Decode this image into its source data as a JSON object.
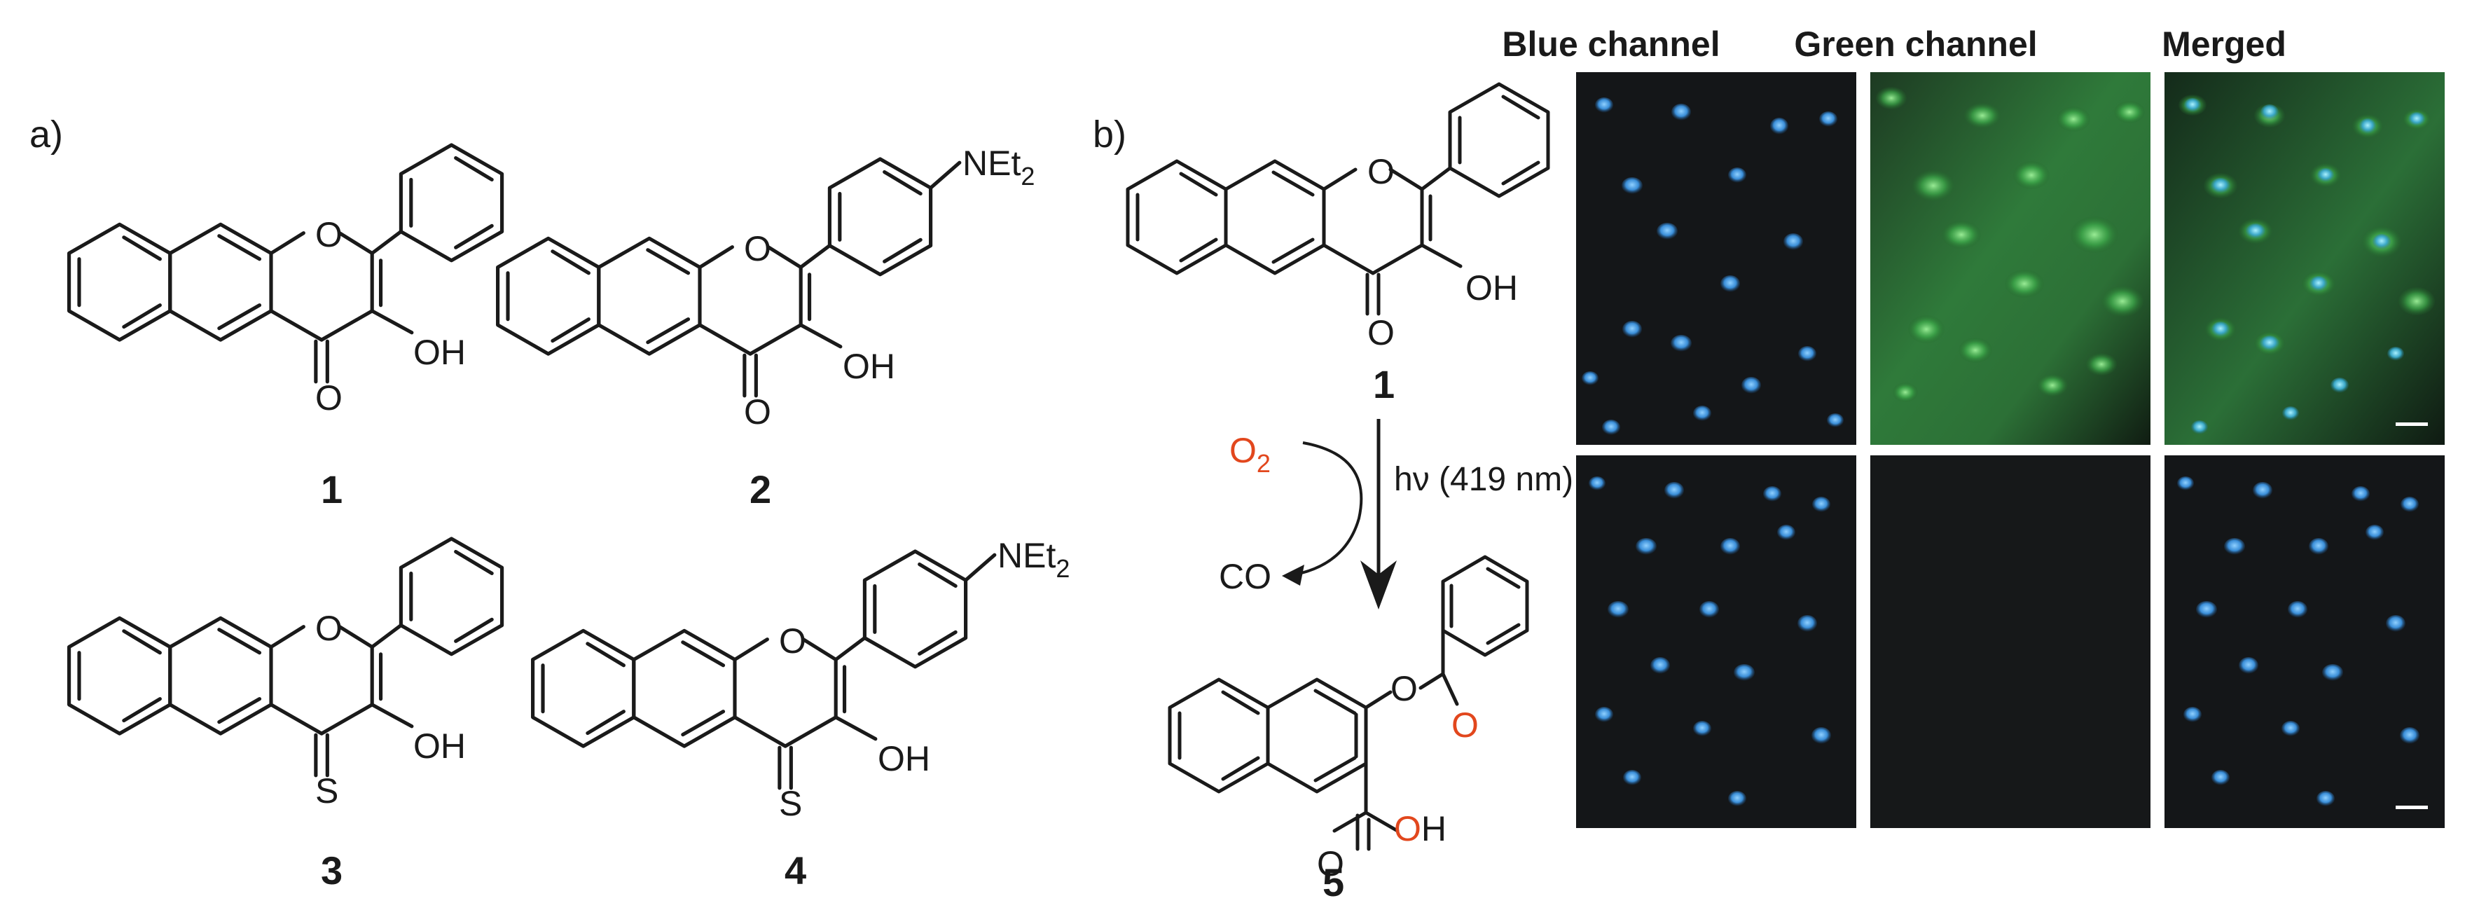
{
  "panels": {
    "a": {
      "label": "a)",
      "compounds": [
        {
          "number": "1",
          "hydroxyl": "OH",
          "carbonyl_atom": "O",
          "ring_oxygen": "O"
        },
        {
          "number": "2",
          "hydroxyl": "OH",
          "carbonyl_atom": "O",
          "ring_oxygen": "O",
          "amine_base": "NEt",
          "amine_sub": "2"
        },
        {
          "number": "3",
          "hydroxyl": "OH",
          "carbonyl_atom": "S",
          "ring_oxygen": "O"
        },
        {
          "number": "4",
          "hydroxyl": "OH",
          "carbonyl_atom": "S",
          "ring_oxygen": "O",
          "amine_base": "NEt",
          "amine_sub": "2"
        }
      ]
    },
    "b": {
      "label": "b)",
      "reactant": {
        "number": "1",
        "hydroxyl": "OH",
        "carbonyl_atom": "O",
        "ring_oxygen": "O"
      },
      "reagent_base": "O",
      "reagent_sub": "2",
      "condition": "hν (419 nm)",
      "byproduct": "CO",
      "product": {
        "number": "5",
        "ester_o": "O",
        "ester_carbonyl": "O",
        "acid_carbonyl": "O",
        "acid_oh_o": "O",
        "acid_oh_h": "H"
      }
    },
    "microscopy": {
      "headers": [
        "Blue channel",
        "Green channel",
        "Merged"
      ]
    }
  },
  "colors": {
    "black": "#1a1a1a",
    "highlight_red": "#e2471d",
    "micro_bg": "#161819",
    "nucleus_blue": "#3a8ed8",
    "green_fluor": "#3fae4c",
    "scale_bar": "#ffffff"
  }
}
